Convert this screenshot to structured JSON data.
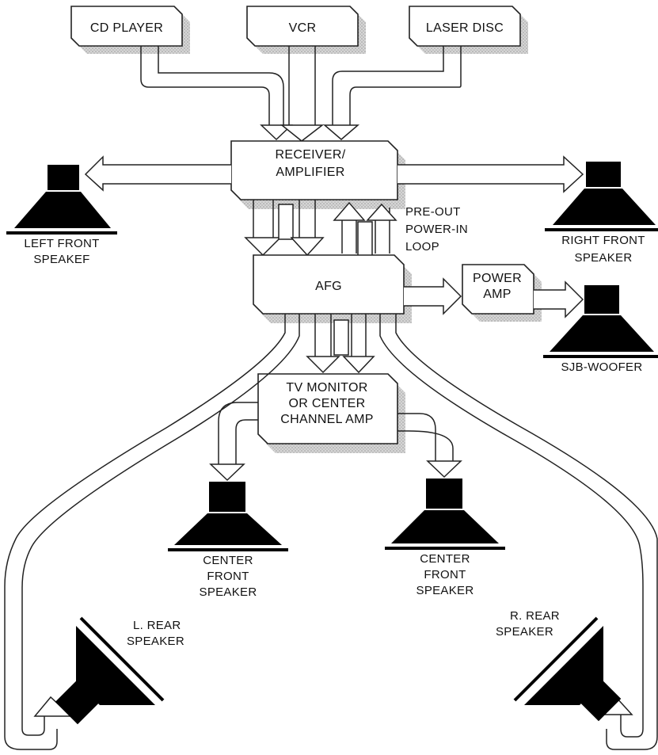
{
  "sources": {
    "cd_player": "CD PLAYER",
    "vcr": "VCR",
    "laser_disc": "LASER DISC"
  },
  "receiver": {
    "line1": "RECEIVER/",
    "line2": "AMPLIFIER"
  },
  "afg": {
    "label": "AFG"
  },
  "loop": {
    "line1": "PRE-OUT",
    "line2": "POWER-IN",
    "line3": "LOOP"
  },
  "power_amp": {
    "line1": "POWER",
    "line2": "AMP"
  },
  "tv_monitor": {
    "line1": "TV MONITOR",
    "line2": "OR CENTER",
    "line3": "CHANNEL AMP"
  },
  "speakers": {
    "left_front": {
      "line1": "LEFT FRONT",
      "line2": "SPEAKEF"
    },
    "right_front": {
      "line1": "RIGHT FRONT",
      "line2": "SPEAKER"
    },
    "subwoofer": {
      "line1": "SJB-WOOFER"
    },
    "center_left": {
      "line1": "CENTER",
      "line2": "FRONT",
      "line3": "SPEAKER"
    },
    "center_right": {
      "line1": "CENTER",
      "line2": "FRONT",
      "line3": "SPEAKER"
    },
    "rear_left": {
      "line1": "L. REAR",
      "line2": "SPEAKER"
    },
    "rear_right": {
      "line1": "R. REAR",
      "line2": "SPEAKER"
    }
  }
}
